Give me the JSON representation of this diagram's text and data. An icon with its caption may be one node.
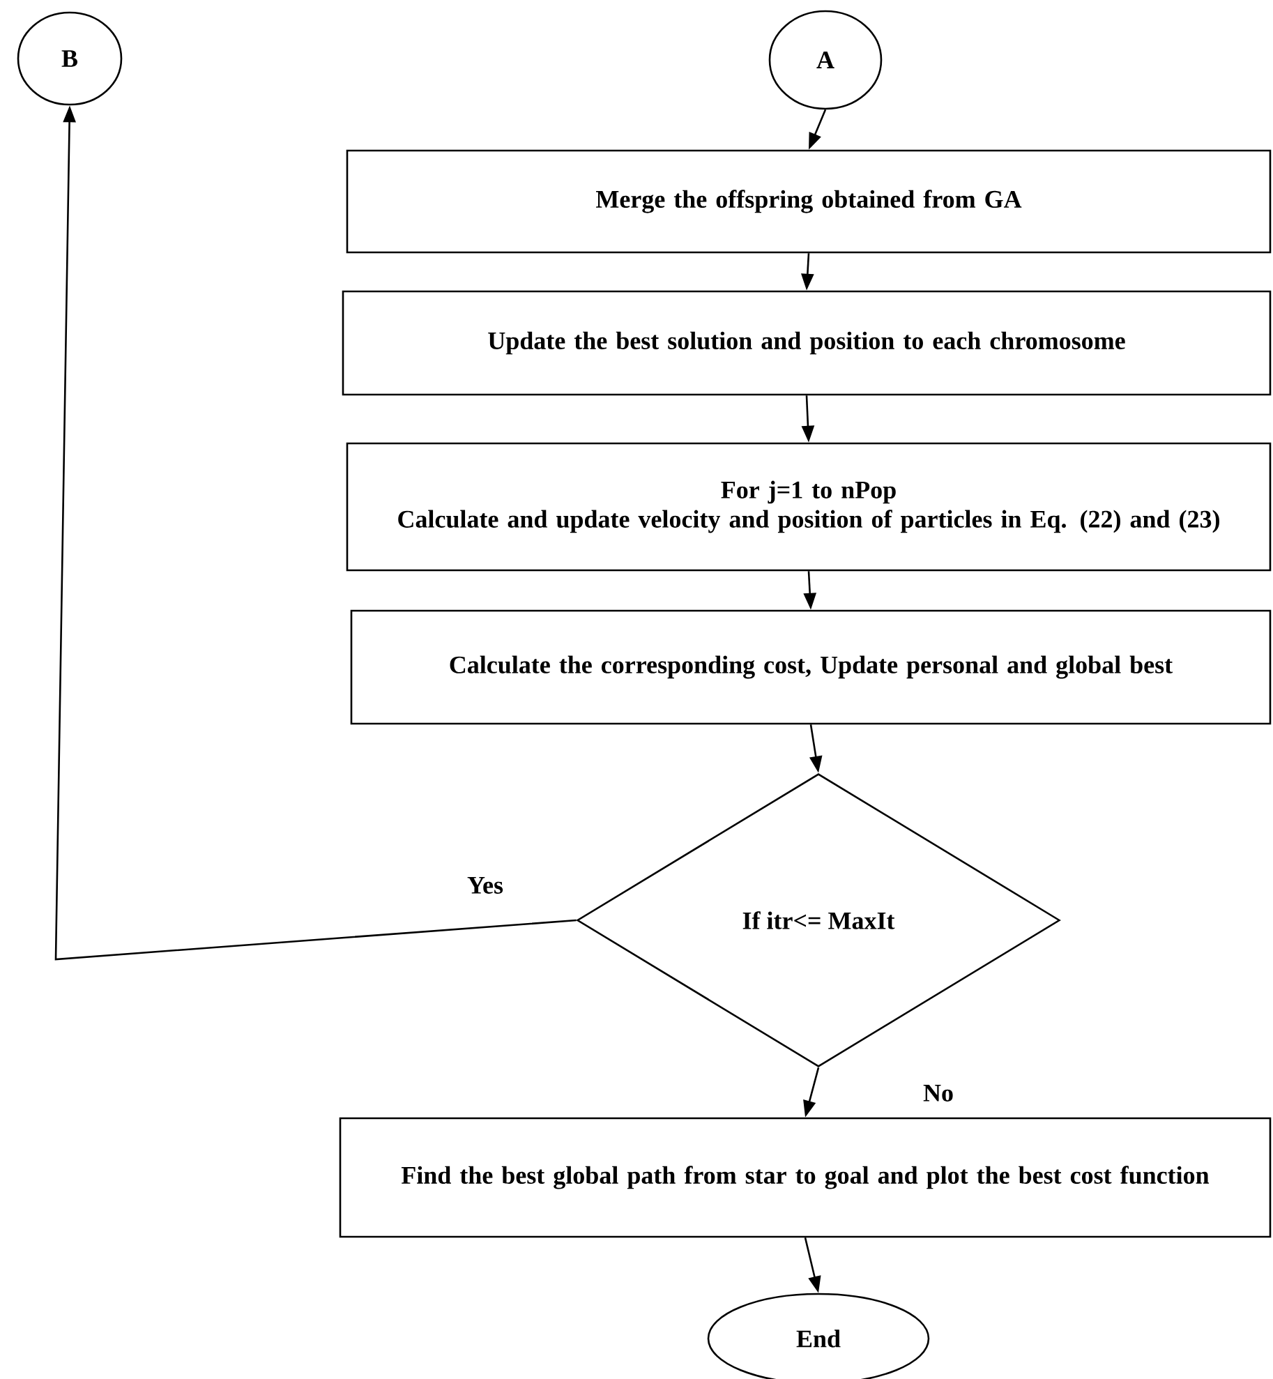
{
  "diagram": {
    "nodes": [
      {
        "text": [
          "B"
        ]
      },
      {
        "text": [
          "A"
        ]
      },
      {
        "text": [
          "Merge the offspring obtained from GA"
        ]
      },
      {
        "text": [
          "Update the best solution and position to each chromosome"
        ]
      },
      {
        "text": [
          "For j=1 to nPop",
          "Calculate and update velocity and position of particles in Eq.  (22) and (23)"
        ]
      },
      {
        "text": [
          "Calculate the corresponding cost, Update personal and global best"
        ]
      },
      {
        "text": [
          "If itr<= MaxIt"
        ]
      },
      {
        "text": [
          "Find the best global path from star to goal and plot the best cost function"
        ]
      },
      {
        "text": [
          "End"
        ]
      }
    ],
    "edges": [
      {
        "from": 1,
        "to": 2,
        "arrow": "to"
      },
      {
        "from": 2,
        "to": 3,
        "arrow": "to"
      },
      {
        "from": 3,
        "to": 4,
        "arrow": "to"
      },
      {
        "from": 4,
        "to": 5,
        "arrow": "to"
      },
      {
        "from": 5,
        "to": 6,
        "arrow": "to"
      },
      {
        "from": 6,
        "to": 0,
        "arrow": "to",
        "label": "Yes"
      },
      {
        "from": 6,
        "to": 7,
        "arrow": "to",
        "label": "No"
      },
      {
        "from": 7,
        "to": 8,
        "arrow": "to"
      }
    ]
  }
}
